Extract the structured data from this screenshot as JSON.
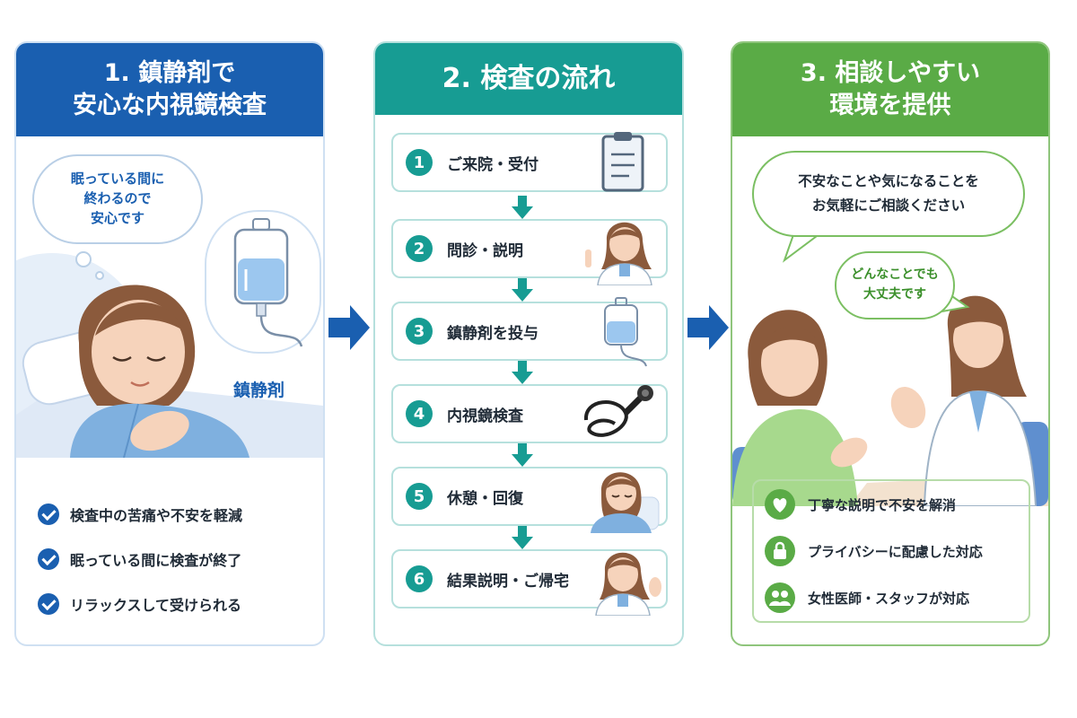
{
  "panel1": {
    "title_line1": "1. 鎮静剤で",
    "title_line2": "安心な内視鏡検査",
    "thought_line1": "眠っている間に",
    "thought_line2": "終わるので",
    "thought_line3": "安心です",
    "iv_label": "鎮静剤",
    "checks": [
      "検査中の苦痛や不安を軽減",
      "眠っている間に検査が終了",
      "リラックスして受けられる"
    ]
  },
  "panel2": {
    "title": "2. 検査の流れ",
    "steps": [
      {
        "num": "1",
        "label": "ご来院・受付",
        "icon": "clipboard-icon"
      },
      {
        "num": "2",
        "label": "問診・説明",
        "icon": "doctor-pointing-icon"
      },
      {
        "num": "3",
        "label": "鎮静剤を投与",
        "icon": "iv-bag-icon"
      },
      {
        "num": "4",
        "label": "内視鏡検査",
        "icon": "endoscope-icon"
      },
      {
        "num": "5",
        "label": "休憩・回復",
        "icon": "resting-patient-icon"
      },
      {
        "num": "6",
        "label": "結果説明・ご帰宅",
        "icon": "doctor-waving-icon"
      }
    ]
  },
  "panel3": {
    "title_line1": "3. 相談しやすい",
    "title_line2": "環境を提供",
    "speech_line1": "不安なことや気になることを",
    "speech_line2": "お気軽にご相談ください",
    "reply_line1": "どんなことでも",
    "reply_line2": "大丈夫です",
    "features": [
      {
        "label": "丁寧な説明で不安を解消",
        "icon": "heart-icon"
      },
      {
        "label": "プライバシーに配慮した対応",
        "icon": "lock-icon"
      },
      {
        "label": "女性医師・スタッフが対応",
        "icon": "people-icon"
      }
    ]
  },
  "colors": {
    "blue": "#1a5fb0",
    "teal": "#179c93",
    "green": "#5aab46"
  }
}
